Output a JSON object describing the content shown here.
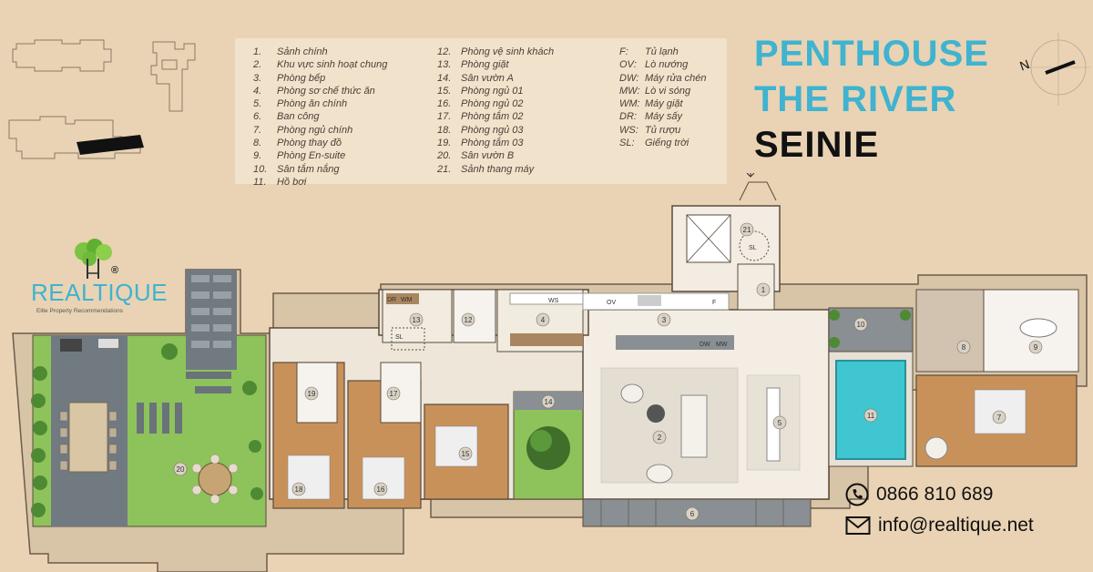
{
  "title": {
    "line1": "PENTHOUSE",
    "line2": "THE RIVER",
    "line3": "SEINIE"
  },
  "brand": {
    "name_part1": "REAL",
    "name_part2": "TIQUE",
    "tagline": "Elite Property Recommendations",
    "registered": "®"
  },
  "contact": {
    "phone": "0866 810 689",
    "email": "info@realtique.net"
  },
  "legend": {
    "rooms_col1": [
      {
        "num": "1.",
        "label": "Sảnh chính"
      },
      {
        "num": "2.",
        "label": "Khu vực sinh hoạt chung"
      },
      {
        "num": "3.",
        "label": "Phòng bếp"
      },
      {
        "num": "4.",
        "label": "Phòng sơ chế thức ăn"
      },
      {
        "num": "5.",
        "label": "Phòng ăn chính"
      },
      {
        "num": "6.",
        "label": "Ban công"
      },
      {
        "num": "7.",
        "label": "Phòng ngủ chính"
      },
      {
        "num": "8.",
        "label": "Phòng thay đồ"
      },
      {
        "num": "9.",
        "label": "Phòng En-suite"
      },
      {
        "num": "10.",
        "label": "Sân tắm nắng"
      },
      {
        "num": "11.",
        "label": "Hồ bơi"
      }
    ],
    "rooms_col2": [
      {
        "num": "12.",
        "label": "Phòng vệ sinh khách"
      },
      {
        "num": "13.",
        "label": "Phòng giặt"
      },
      {
        "num": "14.",
        "label": "Sân vườn A"
      },
      {
        "num": "15.",
        "label": "Phòng ngủ 01"
      },
      {
        "num": "16.",
        "label": "Phòng ngủ 02"
      },
      {
        "num": "17.",
        "label": "Phòng tắm 02"
      },
      {
        "num": "18.",
        "label": "Phòng ngủ 03"
      },
      {
        "num": "19.",
        "label": "Phòng tắm 03"
      },
      {
        "num": "20.",
        "label": "Sân vườn B"
      },
      {
        "num": "21.",
        "label": "Sảnh thang máy"
      }
    ],
    "abbreviations": [
      {
        "abbr": "F:",
        "label": "Tủ lạnh"
      },
      {
        "abbr": "OV:",
        "label": "Lò nướng"
      },
      {
        "abbr": "DW:",
        "label": "Máy rửa chén"
      },
      {
        "abbr": "MW:",
        "label": "Lò vi sóng"
      },
      {
        "abbr": "WM:",
        "label": "Máy giặt"
      },
      {
        "abbr": "DR:",
        "label": "Máy sấy"
      },
      {
        "abbr": "WS:",
        "label": "Tủ rượu"
      },
      {
        "abbr": "SL:",
        "label": "Giếng trời"
      }
    ]
  },
  "plan_labels": {
    "r1": "1",
    "r2": "2",
    "r3": "3",
    "r4": "4",
    "r5": "5",
    "r6": "6",
    "r7": "7",
    "r8": "8",
    "r9": "9",
    "r10": "10",
    "r11": "11",
    "r12": "12",
    "r13": "13",
    "r14": "14",
    "r15": "15",
    "r16": "16",
    "r17": "17",
    "r18": "18",
    "r19": "19",
    "r20": "20",
    "r21": "21",
    "dr": "DR",
    "wm": "WM",
    "ws": "WS",
    "ov": "OV",
    "f": "F",
    "dw": "DW",
    "mw": "MW",
    "sl1": "SL",
    "sl2": "SL"
  },
  "compass": {
    "north": "N"
  },
  "colors": {
    "background": "#e9d3b4",
    "accent_blue": "#3fb3cf",
    "pool": "#3fc6d0",
    "lawn": "#8dc35a"
  }
}
